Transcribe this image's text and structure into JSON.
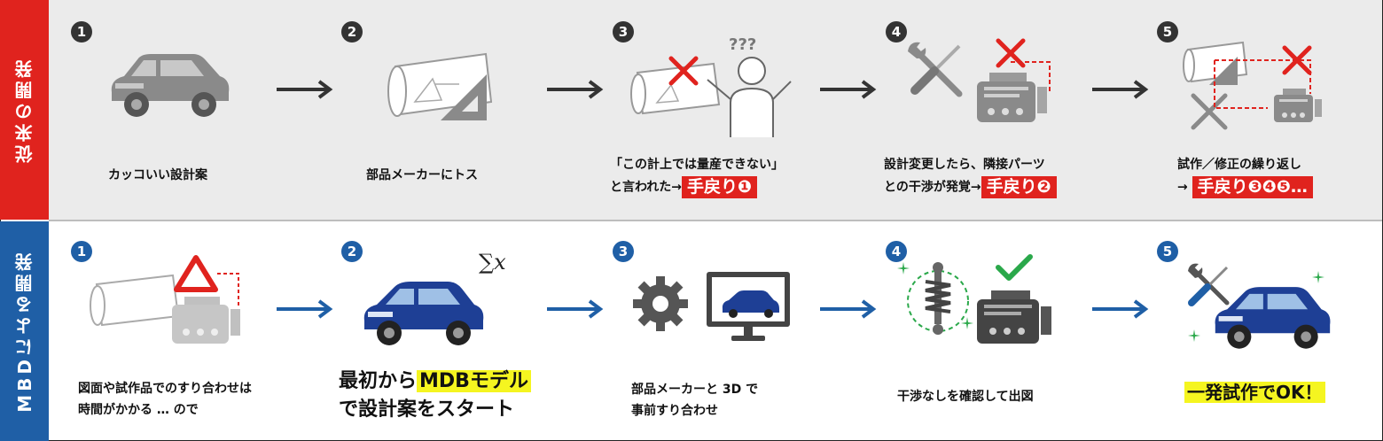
{
  "sections": {
    "conventional_label": "従来の開発",
    "mbd_label": "MBDによる開発"
  },
  "conventional": {
    "steps": [
      {
        "number": "1",
        "caption": "カッコいい設計案"
      },
      {
        "number": "2",
        "caption": "部品メーカーにトス"
      },
      {
        "number": "3",
        "caption_line1": "「この計上では量産できない」",
        "caption_line2": "と言われた→",
        "return_badge": "手戻り❶"
      },
      {
        "number": "4",
        "caption_line1": "設計変更したら、隣接パーツ",
        "caption_line2": "との干渉が発覚→",
        "return_badge": "手戻り❷"
      },
      {
        "number": "5",
        "caption_line1": "試作／修正の繰り返し",
        "caption_line2": "→",
        "return_badge": "手戻り❸❹❺…"
      }
    ],
    "question_marks": "???"
  },
  "mbd": {
    "steps": [
      {
        "number": "1",
        "caption_line1": "図面や試作品でのすり合わせは",
        "caption_line2": "時間がかかる … ので"
      },
      {
        "number": "2",
        "caption_line1_pre": "最初から",
        "caption_line1_hl": "MDBモデル",
        "caption_line2": "で設計案をスタート",
        "formula": "∑x"
      },
      {
        "number": "3",
        "caption_line1": "部品メーカーと 3D で",
        "caption_line2": "事前すり合わせ"
      },
      {
        "number": "4",
        "caption": "干渉なしを確認して出図"
      },
      {
        "number": "5",
        "caption_hl": "一発試作でOK！"
      }
    ]
  },
  "colors": {
    "red": "#e0231e",
    "blue": "#1f5fa6",
    "highlight": "#f5f520",
    "gray_band": "#ebebeb",
    "car_gray": "#8a8a8a",
    "car_blue": "#1e3f95",
    "check_green": "#2aa84a"
  },
  "icons": [
    "car-icon",
    "blueprint-icon",
    "triangle-ruler-icon",
    "cross-mark-icon",
    "confused-person-icon",
    "wrench-icon",
    "screwdriver-icon",
    "engine-icon",
    "warning-triangle-icon",
    "gear-icon",
    "monitor-icon",
    "shock-absorber-icon",
    "check-icon",
    "sparkle-icon",
    "arrow-icon"
  ]
}
